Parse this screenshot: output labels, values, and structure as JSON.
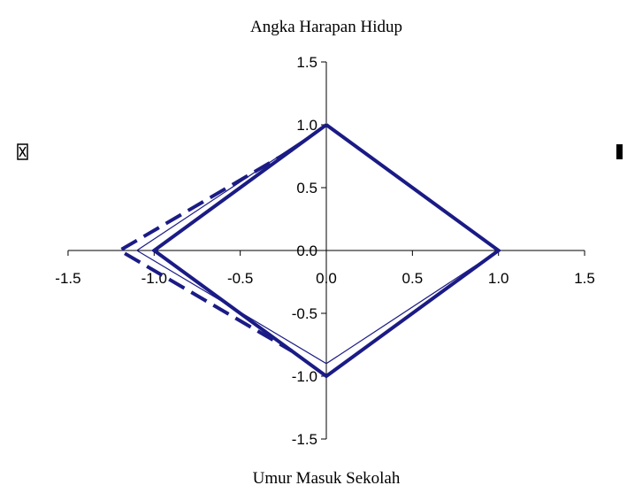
{
  "chart_data": {
    "type": "line",
    "title": "",
    "top_axis_label": "Angka Harapan Hidup",
    "bottom_axis_label": "Umur Masuk Sekolah",
    "left_side_label": "",
    "right_side_label": "",
    "xlim": [
      -1.5,
      1.5
    ],
    "ylim": [
      -1.5,
      1.5
    ],
    "x_ticks": [
      "-1.5",
      "-1.0",
      "-0.5",
      "0.0",
      "0.5",
      "1.0",
      "1.5"
    ],
    "y_ticks": [
      "1.5",
      "1.0",
      "0.5",
      "0.0",
      "-0.5",
      "-1.0",
      "-1.5"
    ],
    "grid": false,
    "legend": "none",
    "color": "#1b1b86",
    "series": [
      {
        "style": "solid-thick",
        "points": [
          [
            0,
            1.0
          ],
          [
            1.0,
            0
          ],
          [
            0,
            -1.0
          ],
          [
            -1.0,
            0
          ],
          [
            0,
            1.0
          ]
        ]
      },
      {
        "style": "solid-thin",
        "points": [
          [
            0,
            1.0
          ],
          [
            1.0,
            0
          ],
          [
            0,
            -0.9
          ],
          [
            -1.1,
            0
          ],
          [
            0,
            1.0
          ]
        ]
      },
      {
        "style": "dashed-thick",
        "points": [
          [
            -0.2,
            0.8
          ],
          [
            -1.2,
            0
          ],
          [
            -0.2,
            -0.8
          ]
        ]
      }
    ]
  }
}
